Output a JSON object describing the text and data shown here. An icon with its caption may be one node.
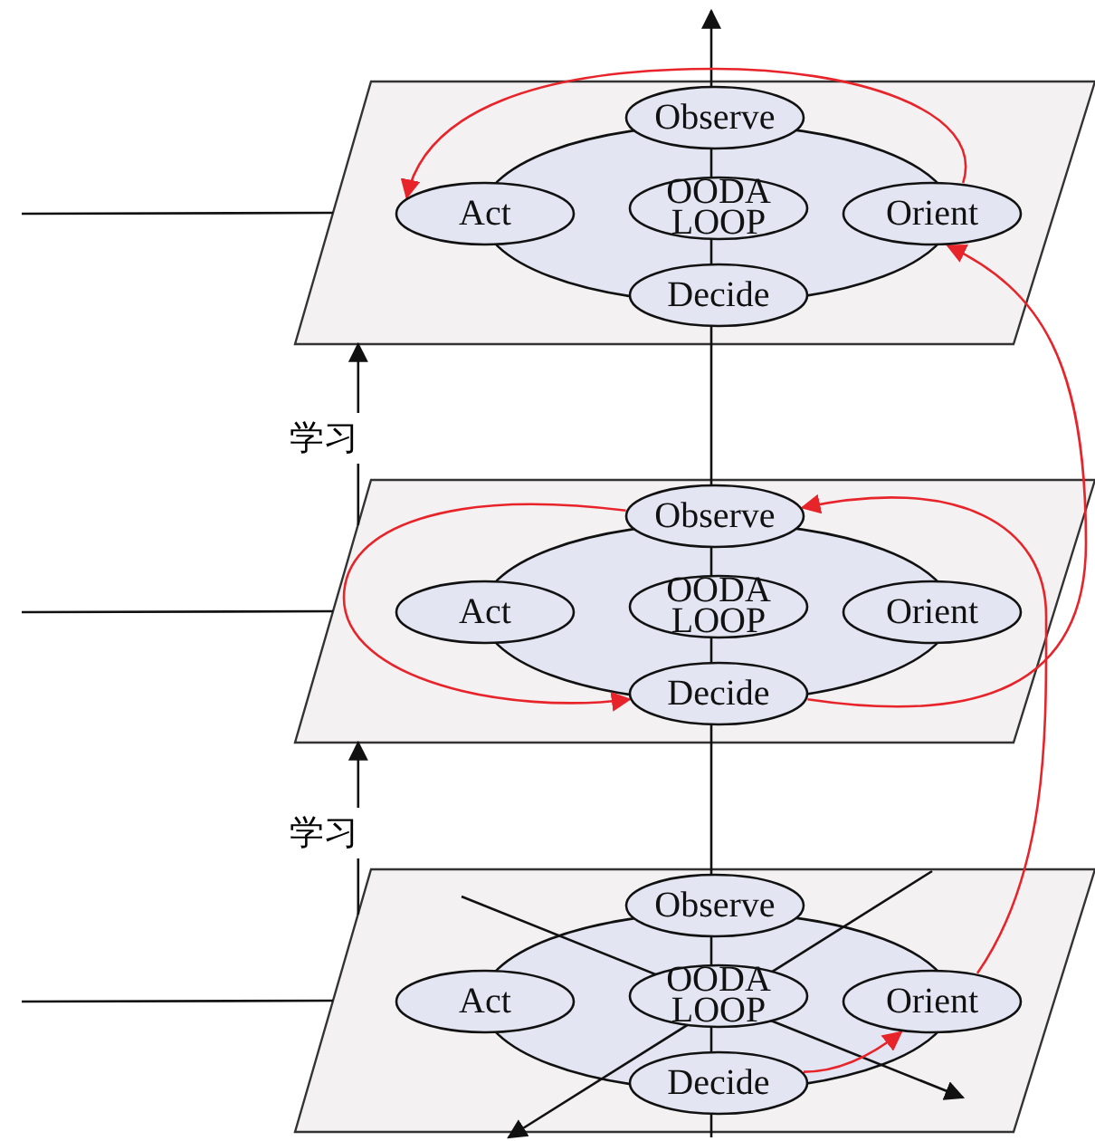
{
  "diagram": {
    "nodes": [
      {
        "text": [],
        "shape": "parallelogram"
      },
      {
        "text": [],
        "shape": "ellipse",
        "in": 0
      },
      {
        "text": [
          "Observe"
        ],
        "in": 0
      },
      {
        "text": [
          "Act"
        ],
        "in": 0
      },
      {
        "text": [
          "OODA LOOP"
        ],
        "in": 1
      },
      {
        "text": [
          "Orient"
        ],
        "in": 0
      },
      {
        "text": [
          "Decide"
        ],
        "in": 0
      },
      {
        "text": [],
        "shape": "parallelogram"
      },
      {
        "text": [],
        "shape": "ellipse",
        "in": 7
      },
      {
        "text": [
          "Observe"
        ],
        "in": 7
      },
      {
        "text": [
          "Act"
        ],
        "in": 7
      },
      {
        "text": [
          "OODA LOOP"
        ],
        "in": 8
      },
      {
        "text": [
          "Orient"
        ],
        "in": 7
      },
      {
        "text": [
          "Decide"
        ],
        "in": 7
      },
      {
        "text": [],
        "shape": "parallelogram"
      },
      {
        "text": [],
        "shape": "ellipse",
        "in": 14
      },
      {
        "text": [
          "Observe"
        ],
        "in": 14
      },
      {
        "text": [
          "Act"
        ],
        "in": 14
      },
      {
        "text": [
          "OODA LOOP"
        ],
        "in": 15
      },
      {
        "text": [
          "Orient"
        ],
        "in": 14
      },
      {
        "text": [
          "Decide"
        ],
        "in": 14
      }
    ],
    "edges": [
      {
        "from": 20,
        "to": 19,
        "arrow": "to",
        "color": "#e8242b"
      },
      {
        "from": 19,
        "to": 9,
        "arrow": "to",
        "color": "#e8242b"
      },
      {
        "from": 9,
        "to": 13,
        "arrow": "to",
        "color": "#e8242b"
      },
      {
        "from": 13,
        "to": 5,
        "arrow": "to",
        "color": "#e8242b"
      },
      {
        "from": 5,
        "to": 3,
        "arrow": "to",
        "color": "#e8242b"
      },
      {
        "from": 7,
        "to": 0,
        "arrow": "to",
        "label": "学习",
        "color": "#111111"
      },
      {
        "from": 14,
        "to": 7,
        "arrow": "to",
        "label": "学习",
        "color": "#111111"
      },
      {
        "from": null,
        "to": 0,
        "arrow": "none",
        "color": "#111111"
      },
      {
        "from": null,
        "to": 7,
        "arrow": "none",
        "color": "#111111"
      },
      {
        "from": null,
        "to": 14,
        "arrow": "none",
        "color": "#111111"
      }
    ]
  }
}
